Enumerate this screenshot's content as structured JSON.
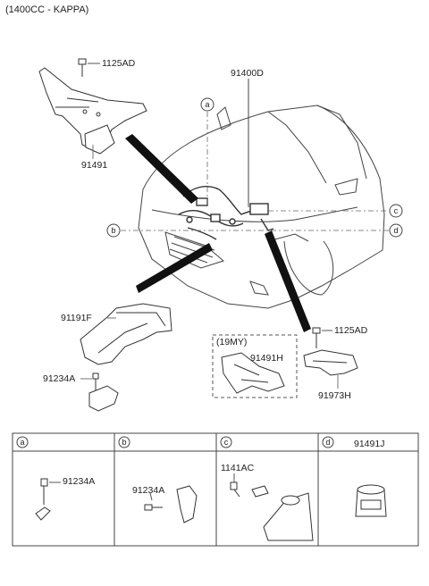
{
  "header": {
    "title": "(1400CC - KAPPA)"
  },
  "parts": {
    "bolt_top": "1125AD",
    "bracket_top": "91491",
    "main_harness": "91400D",
    "duct": "91191F",
    "clip_left": "91234A",
    "variant_tag": "(19MY)",
    "harness_19my": "91491H",
    "bolt_right": "1125AD",
    "module_right": "91973H"
  },
  "callouts": [
    "a",
    "b",
    "c",
    "d"
  ],
  "table": {
    "cells": [
      {
        "letter": "a",
        "title": "",
        "part": "91234A"
      },
      {
        "letter": "b",
        "title": "",
        "part": "91234A"
      },
      {
        "letter": "c",
        "title": "",
        "part": "1141AC"
      },
      {
        "letter": "d",
        "title": "91491J",
        "part": ""
      }
    ]
  }
}
